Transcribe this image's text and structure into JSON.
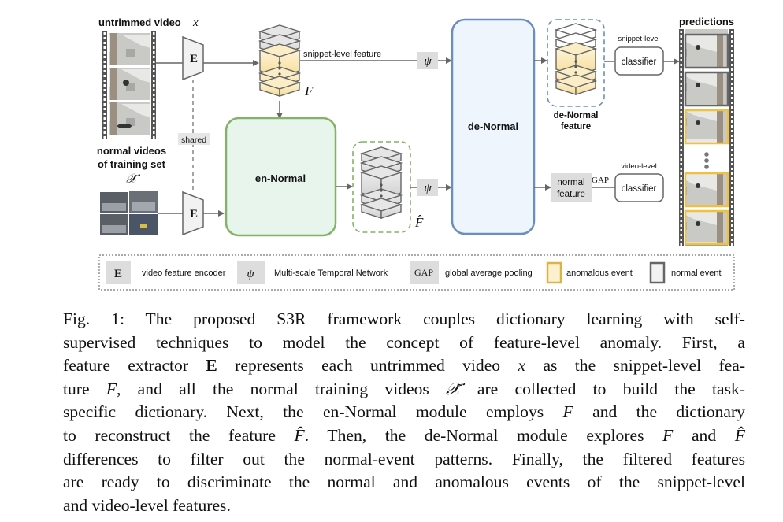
{
  "figure": {
    "inputs": {
      "untrimmed_label": "untrimmed video",
      "untrimmed_symbol": "x",
      "normal_label_line1": "normal videos",
      "normal_label_line2": "of training set",
      "normal_symbol": "𝒳̃"
    },
    "encoder": {
      "symbol": "E",
      "shared_label": "shared"
    },
    "feature_F": {
      "label": "snippet-level feature",
      "symbol": "F"
    },
    "feature_Fhat": {
      "symbol": "F̂"
    },
    "psi_symbol": "ψ",
    "en_normal": {
      "label": "en-Normal"
    },
    "de_normal": {
      "label": "de-Normal"
    },
    "de_normal_feature": {
      "line1": "de-Normal",
      "line2": "feature"
    },
    "normal_feature": {
      "line1": "normal",
      "line2": "feature"
    },
    "gap_symbol": "GAP",
    "snippet_classifier": {
      "caption": "snippet-level",
      "label": "classifier"
    },
    "video_classifier": {
      "caption": "video-level",
      "label": "classifier"
    },
    "predictions": {
      "title": "predictions",
      "frames": [
        "normal",
        "normal",
        "anomalous",
        "ellipsis",
        "anomalous",
        "anomalous"
      ]
    },
    "legend": {
      "items": [
        {
          "key": "E",
          "label": "video feature encoder"
        },
        {
          "key": "ψ",
          "label": "Multi-scale Temporal Network"
        },
        {
          "key": "GAP",
          "label": "global average pooling"
        },
        {
          "key": "anomalous",
          "label": "anomalous event"
        },
        {
          "key": "normal",
          "label": "normal event"
        }
      ]
    },
    "colors": {
      "en_normal_border": "#82b366",
      "en_normal_fill": "#e8f5ec",
      "de_normal_border": "#6c8ebf",
      "de_normal_fill": "#eef5fd",
      "anomalous": "#f0c040",
      "normal_frame": "#666666",
      "gray_box": "#dddddd"
    }
  },
  "caption": {
    "lines": [
      [
        "Fig. 1: The proposed S3R framework couples dictionary learning with self-"
      ],
      [
        "supervised techniques to model the concept of feature-level anomaly. First, a"
      ],
      [
        "feature extractor ",
        {
          "b": "E"
        },
        " represents each untrimmed video ",
        {
          "m": "x"
        },
        " as the snippet-level fea-"
      ],
      [
        "ture ",
        {
          "m": "F"
        },
        ", and all the normal training videos ",
        {
          "m": "𝒳̃"
        },
        " are collected to build the task-"
      ],
      [
        "specific dictionary. Next, the en-Normal module employs ",
        {
          "m": "F"
        },
        " and the dictionary"
      ],
      [
        "to reconstruct the feature ",
        {
          "m": "F̂"
        },
        ". Then, the de-Normal module explores ",
        {
          "m": "F"
        },
        " and ",
        {
          "m": "F̂"
        }
      ],
      [
        "differences to filter out the normal-event patterns. Finally, the filtered features"
      ],
      [
        "are ready to discriminate the normal and anomalous events of the snippet-level"
      ],
      [
        "and video-level features."
      ]
    ]
  }
}
